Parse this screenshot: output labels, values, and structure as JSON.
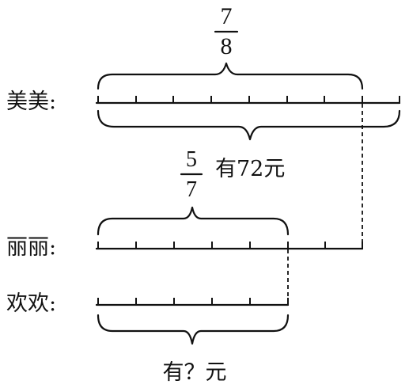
{
  "labels": {
    "meimei": "美美:",
    "lili": "丽丽:",
    "huanhuan": "欢欢:"
  },
  "fractions": {
    "top": {
      "numerator": "7",
      "denominator": "8"
    },
    "middle": {
      "numerator": "5",
      "denominator": "7"
    }
  },
  "notes": {
    "meimei_amount": "有72元",
    "huanhuan_amount": "有？元"
  }
}
